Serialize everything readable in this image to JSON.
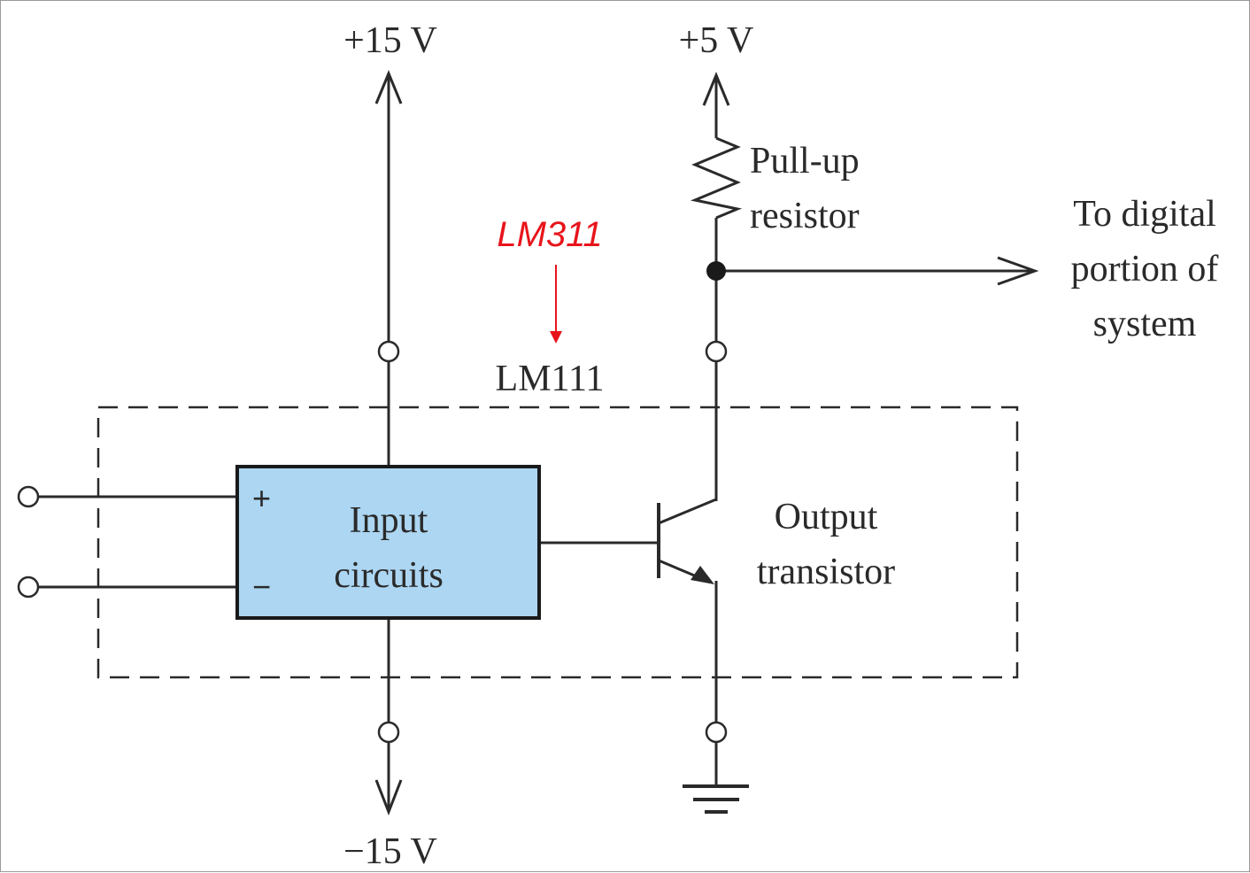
{
  "supply": {
    "positive": "+15 V",
    "negative": "−15 V",
    "logic": "+5 V"
  },
  "resistor": {
    "label_line1": "Pull-up",
    "label_line2": "resistor"
  },
  "output_destination": {
    "line1": "To digital",
    "line2": "portion of",
    "line3": "system"
  },
  "chip": {
    "name": "LM111",
    "annotation": "LM311"
  },
  "input_block": {
    "line1": "Input",
    "line2": "circuits",
    "plus": "+",
    "minus": "−"
  },
  "transistor": {
    "line1": "Output",
    "line2": "transistor"
  },
  "colors": {
    "line": "#2a2a2a",
    "input_block_fill": "#acd6f2",
    "annotation": "#e8141b"
  }
}
